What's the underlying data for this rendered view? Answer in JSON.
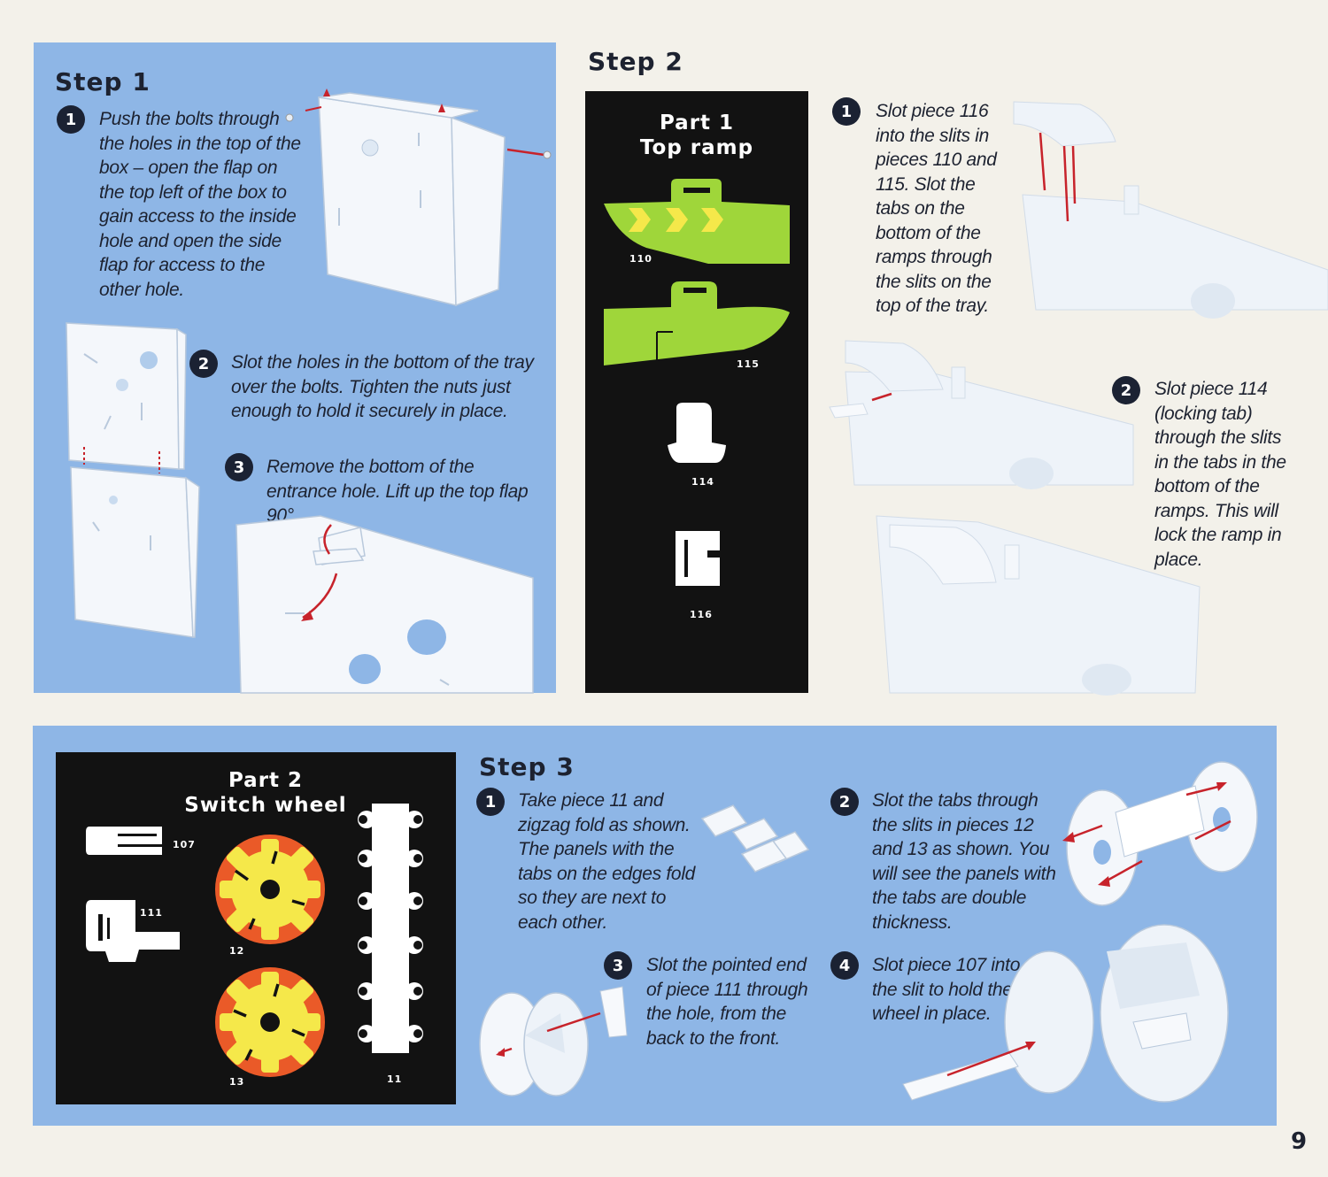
{
  "step1": {
    "heading": "Step 1",
    "items": [
      {
        "num": "1",
        "text": "Push the bolts through the holes in the top of the box – open the flap on the top left of the box to gain access to the inside hole and open the side flap for access to the other hole."
      },
      {
        "num": "2",
        "text": "Slot the holes in the bottom of the tray over the bolts. Tighten the nuts just enough to hold it securely in place."
      },
      {
        "num": "3",
        "text": "Remove the bottom of the entrance hole. Lift up the top flap 90°."
      }
    ]
  },
  "step2": {
    "heading": "Step 2",
    "part": {
      "title_line1": "Part 1",
      "title_line2": "Top ramp"
    },
    "pieces": [
      "110",
      "115",
      "114",
      "116"
    ],
    "items": [
      {
        "num": "1",
        "text": "Slot piece 116 into the slits in pieces 110 and 115. Slot the tabs on the bottom of the ramps through the slits on the top of the tray."
      },
      {
        "num": "2",
        "text": "Slot piece 114 (locking tab) through the slits in the tabs in the bottom of the ramps. This will lock the ramp in place."
      }
    ]
  },
  "step3": {
    "heading": "Step 3",
    "part": {
      "title_line1": "Part 2",
      "title_line2": "Switch wheel"
    },
    "pieces": [
      "107",
      "111",
      "12",
      "13",
      "11"
    ],
    "items": [
      {
        "num": "1",
        "text": "Take piece 11 and zigzag fold as shown. The panels with the tabs on the edges fold so they are next to each other."
      },
      {
        "num": "2",
        "text": "Slot the tabs through the slits in pieces 12 and 13 as shown. You will see the panels with the tabs are double thickness."
      },
      {
        "num": "3",
        "text": "Slot the pointed end of piece 111 through the hole, from the back to the front."
      },
      {
        "num": "4",
        "text": "Slot piece 107 into the slit to hold the wheel in place."
      }
    ]
  },
  "page_number": "9",
  "colors": {
    "blue_panel": "#8eb6e6",
    "black_panel": "#121212",
    "green_piece": "#9fd63a",
    "yellow": "#f5e84a",
    "orange": "#ea5a28",
    "red_arrow": "#c7232b"
  }
}
